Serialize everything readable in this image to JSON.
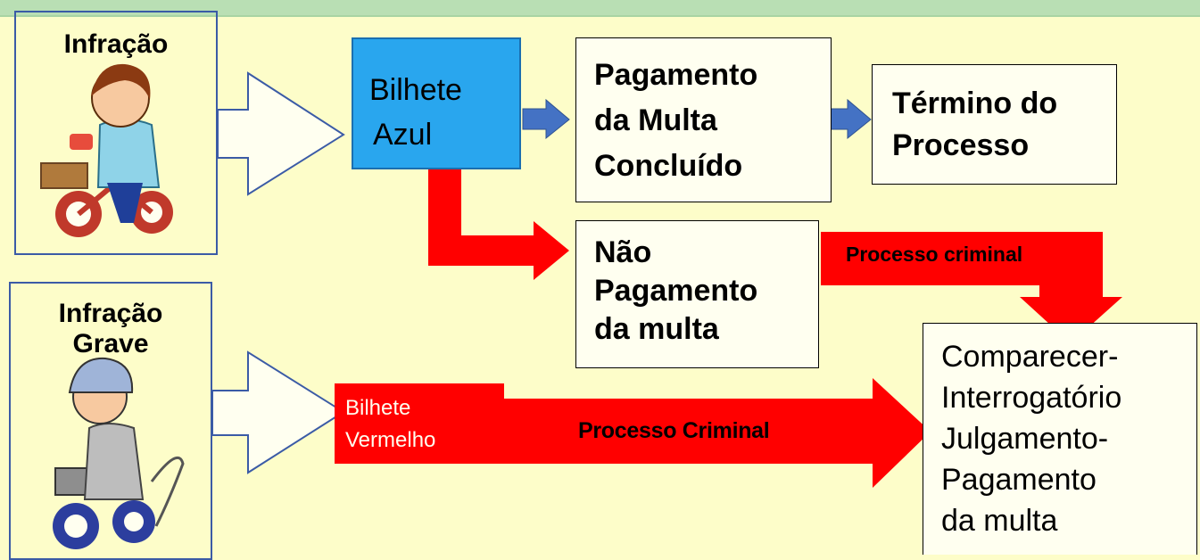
{
  "colors": {
    "background": "#fdfdc9",
    "top_bar": "#b9dfb4",
    "red_arrow": "#ff0000",
    "blue_arrow": "#4472c4",
    "blue_ticket": "#29a6ee",
    "panel_border": "#3b5ba6"
  },
  "panel_infracao": {
    "title": "Infração",
    "illustration": "woman-on-bicycle-using-phone"
  },
  "panel_grave": {
    "title_line1": "Infração",
    "title_line2": "Grave",
    "illustration": "cyclist-with-helmet-holding-umbrella"
  },
  "bilhete_azul": {
    "line1": "Bilhete",
    "line2": "Azul"
  },
  "pagamento": {
    "line1": "Pagamento",
    "line2": "da Multa",
    "line3": "Concluído"
  },
  "termino": {
    "line1": "Término do",
    "line2": "Processo"
  },
  "nao_pagamento": {
    "line1": "Não",
    "line2": "Pagamento",
    "line3": "da multa"
  },
  "processo_criminal_top": "Processo criminal",
  "bilhete_vermelho": {
    "line1": "Bilhete",
    "line2": "Vermelho"
  },
  "processo_criminal_bottom": "Processo Criminal",
  "final_box": {
    "line1": "Comparecer-",
    "line2": "Interrogatório",
    "line3": "Julgamento-",
    "line4": "Pagamento",
    "line5": "da multa"
  }
}
